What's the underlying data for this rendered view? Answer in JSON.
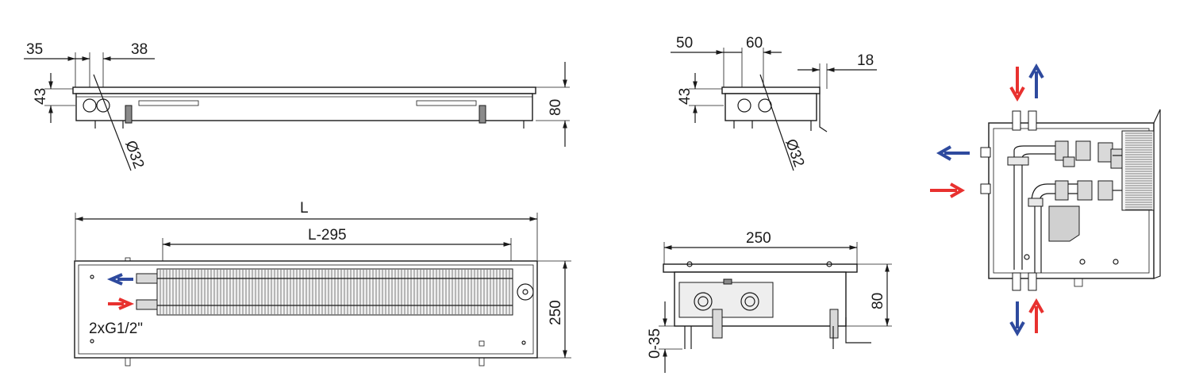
{
  "views": {
    "side_left": {
      "dim_a": "35",
      "dim_b": "38",
      "dim_height": "43",
      "dim_total_height": "80",
      "pipe_diameter": "Ø32"
    },
    "top": {
      "length": "L",
      "fins_length": "L-295",
      "depth": "250",
      "connection": "2xG1/2\""
    },
    "end_small": {
      "dim_a": "50",
      "dim_b": "60",
      "dim_c": "18",
      "dim_height": "43",
      "pipe_diameter": "Ø32"
    },
    "end_large": {
      "width": "250",
      "height": "80",
      "adjust": "0-35"
    }
  },
  "colors": {
    "supply": "#e8312f",
    "return": "#2e4a9e",
    "line": "#1a1a1a"
  }
}
